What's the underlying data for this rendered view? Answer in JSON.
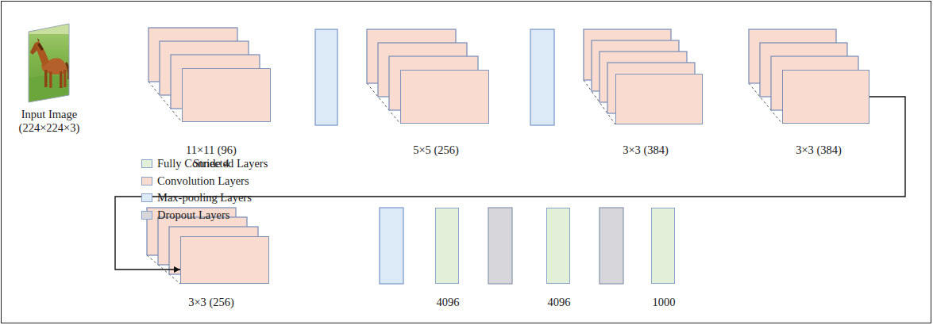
{
  "diagram": {
    "nodes": [
      {
        "text": [
          "Input Image (224×224×3)"
        ]
      },
      {
        "text": [
          "11×11 (96) Stride 4"
        ]
      },
      {
        "text": [
          "5×5 (256)"
        ]
      },
      {
        "text": [
          "3×3 (384)"
        ]
      },
      {
        "text": [
          "3×3 (384)"
        ]
      },
      {
        "text": [
          "3×3 (256)"
        ]
      },
      {
        "text": [
          "4096"
        ]
      },
      {
        "text": [
          "4096"
        ]
      },
      {
        "text": [
          "1000"
        ]
      }
    ],
    "edges": [
      {
        "from": 4,
        "to": 5,
        "arrow": "to"
      }
    ],
    "legend": [
      {
        "text": "Fully Connected Layers",
        "color": "#e2f0da"
      },
      {
        "text": "Convolution Layers",
        "color": "#f9dbcf"
      },
      {
        "text": "Max-pooling Layers",
        "color": "#dce9f7"
      },
      {
        "text": "Dropout Layers",
        "color": "#d7d7db"
      }
    ]
  }
}
